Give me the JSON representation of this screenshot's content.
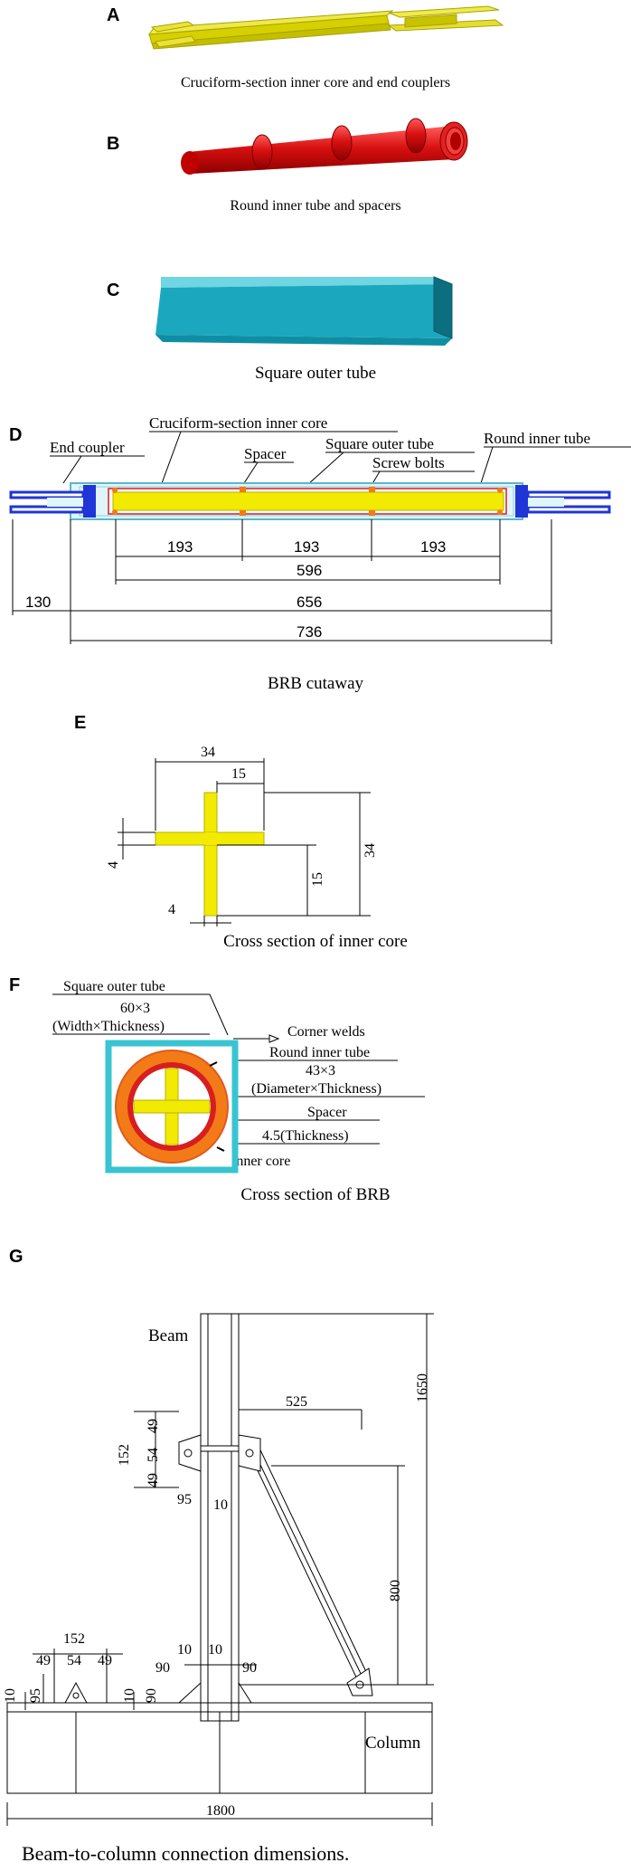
{
  "panels": {
    "A": {
      "letter": "A",
      "caption": "Cruciform-section inner core and end couplers"
    },
    "B": {
      "letter": "B",
      "caption": "Round inner tube and spacers"
    },
    "C": {
      "letter": "C",
      "caption": "Square outer tube"
    },
    "D": {
      "letter": "D",
      "caption": "BRB cutaway",
      "labels": {
        "end_coupler": "End coupler",
        "inner_core": "Cruciform-section inner core",
        "spacer": "Spacer",
        "outer_tube": "Square outer tube",
        "screw_bolts": "Screw bolts",
        "inner_tube": "Round inner tube"
      },
      "dims": {
        "seg1": "193",
        "seg2": "193",
        "seg3": "193",
        "d596": "596",
        "d130": "130",
        "d656": "656",
        "d736": "736"
      }
    },
    "E": {
      "letter": "E",
      "caption": "Cross section of inner core",
      "dims": {
        "width": "34",
        "half": "15",
        "height": "34",
        "vhalf": "15",
        "t_left": "4",
        "t_bottom": "4"
      }
    },
    "F": {
      "letter": "F",
      "caption": "Cross section of BRB",
      "labels": {
        "outer_tube": "Square outer tube",
        "outer_dims": "60×3",
        "outer_dims_note": "(Width×Thickness)",
        "corner_welds": "Corner welds",
        "inner_tube": "Round inner tube",
        "inner_dims": "43×3",
        "inner_dims_note": "(Diameter×Thickness)",
        "spacer": "Spacer",
        "spacer_dims": "4.5(Thickness)",
        "inner_core": "Inner core"
      }
    },
    "G": {
      "letter": "G",
      "caption": "Beam-to-column connection dimensions.",
      "labels": {
        "beam": "Beam",
        "column": "Column"
      },
      "dims": {
        "d525": "525",
        "d1650": "1650",
        "d800": "800",
        "d152a": "152",
        "d49a": "49",
        "d54a": "54",
        "d49b": "49",
        "d95a": "95",
        "d10a": "10",
        "d152b": "152",
        "d49c": "49",
        "d54b": "54",
        "d49d": "49",
        "d10b": "10",
        "d95b": "95",
        "d10c": "10",
        "d90a": "90",
        "d10d": "10",
        "d10e": "10",
        "d90b": "90",
        "d90c": "90",
        "d1800": "1800"
      }
    }
  },
  "colors": {
    "core": "#f2ea00",
    "core_dark": "#c8c000",
    "inner_tube": "#d81e1e",
    "outer_tube": "#39c4d2",
    "coupler": "#1f35d6",
    "spacer_ring": "#f27b18",
    "weld": "#e05a20"
  }
}
